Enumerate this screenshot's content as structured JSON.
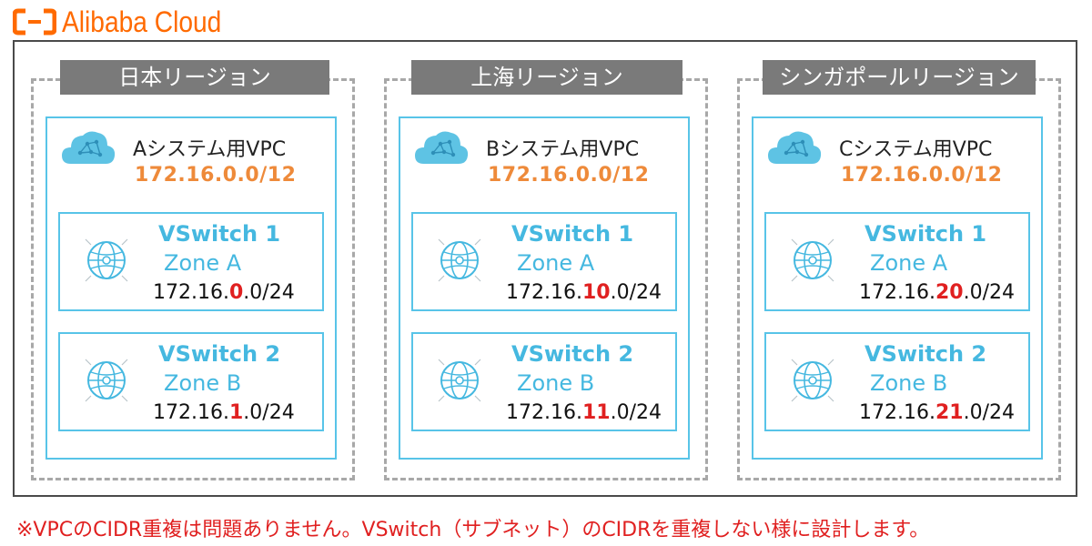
{
  "logo": {
    "text": "Alibaba Cloud",
    "color": "#ff6a00"
  },
  "regions": [
    {
      "label": "日本リージョン",
      "vpc_name": "Aシステム用VPC",
      "vpc_cidr": "172.16.0.0/12",
      "vswitches": [
        {
          "name": "VSwitch 1",
          "zone": "Zone A",
          "cidr_prefix": "172.16.",
          "cidr_octet": "0",
          "cidr_suffix": ".0/24"
        },
        {
          "name": "VSwitch 2",
          "zone": "Zone B",
          "cidr_prefix": "172.16.",
          "cidr_octet": "1",
          "cidr_suffix": ".0/24"
        }
      ]
    },
    {
      "label": "上海リージョン",
      "vpc_name": "Bシステム用VPC",
      "vpc_cidr": "172.16.0.0/12",
      "vswitches": [
        {
          "name": "VSwitch 1",
          "zone": "Zone A",
          "cidr_prefix": "172.16.",
          "cidr_octet": "10",
          "cidr_suffix": ".0/24"
        },
        {
          "name": "VSwitch 2",
          "zone": "Zone B",
          "cidr_prefix": "172.16.",
          "cidr_octet": "11",
          "cidr_suffix": ".0/24"
        }
      ]
    },
    {
      "label": "シンガポールリージョン",
      "vpc_name": "Cシステム用VPC",
      "vpc_cidr": "172.16.0.0/12",
      "vswitches": [
        {
          "name": "VSwitch 1",
          "zone": "Zone A",
          "cidr_prefix": "172.16.",
          "cidr_octet": "20",
          "cidr_suffix": ".0/24"
        },
        {
          "name": "VSwitch 2",
          "zone": "Zone B",
          "cidr_prefix": "172.16.",
          "cidr_octet": "21",
          "cidr_suffix": ".0/24"
        }
      ]
    }
  ],
  "footnote": "※VPCのCIDR重複は問題ありません。VSwitch（サブネット）のCIDRを重複しない様に設計します。",
  "colors": {
    "accent_orange": "#ee8a3a",
    "vswitch_blue": "#45b8e0",
    "highlight_red": "#e02020",
    "region_label_bg": "#7a7a7a"
  },
  "icons": [
    "cloud-icon",
    "globe-icon"
  ]
}
